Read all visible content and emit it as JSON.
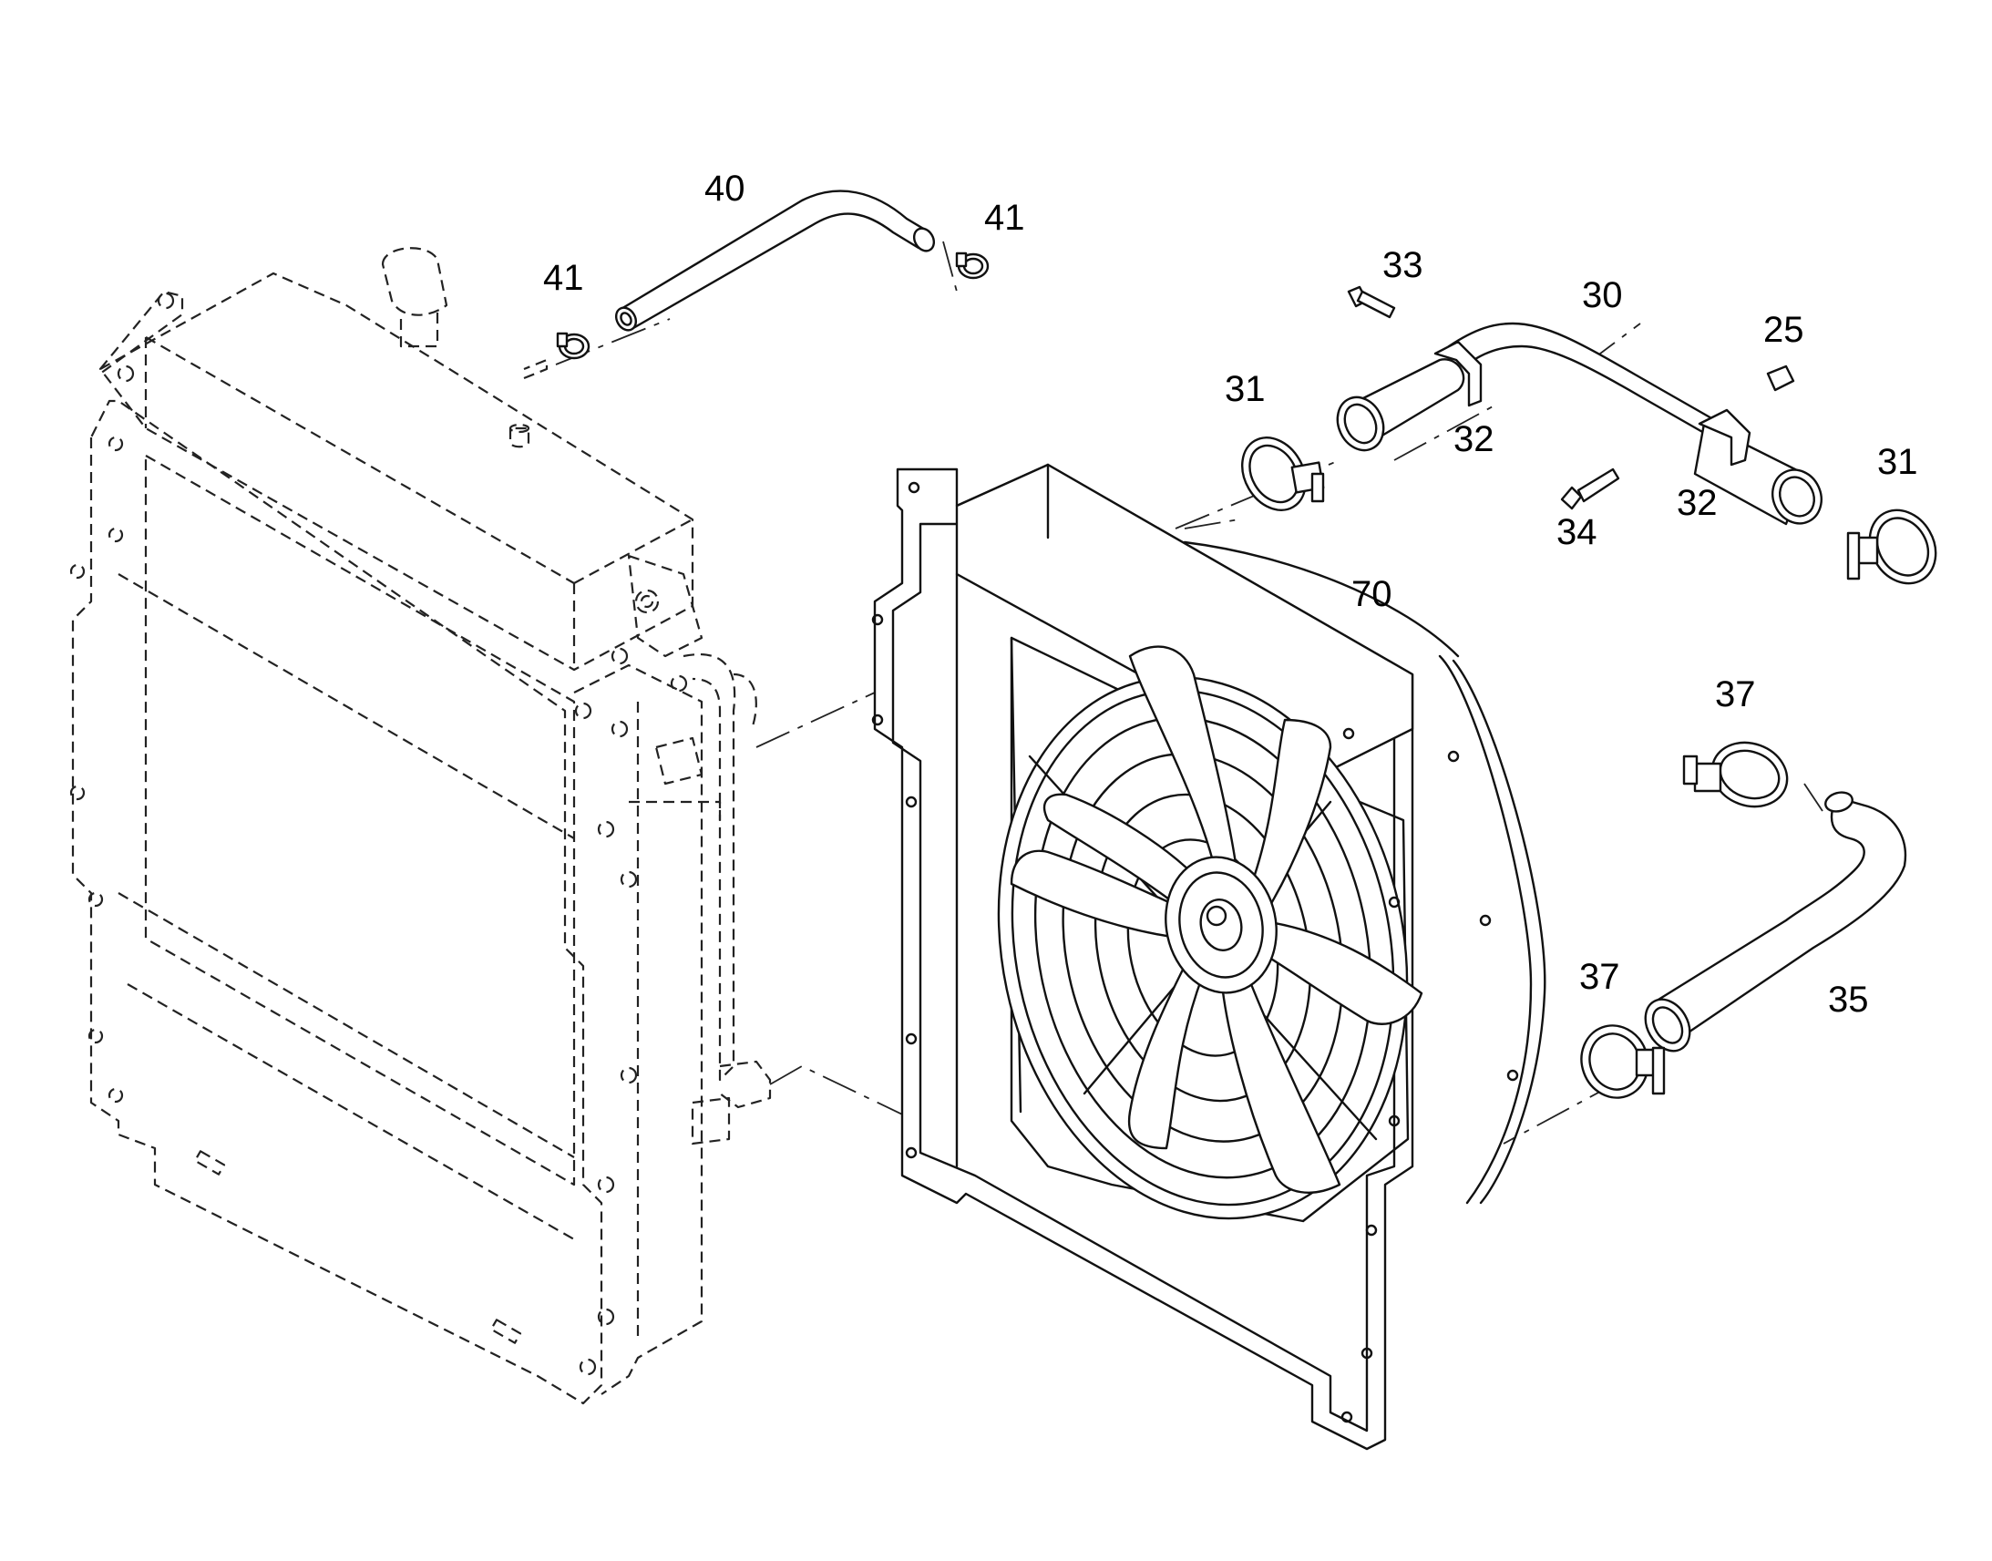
{
  "diagram": {
    "callouts": [
      {
        "id": "c40a",
        "label": "40"
      },
      {
        "id": "c41a",
        "label": "41"
      },
      {
        "id": "c41b",
        "label": "41"
      },
      {
        "id": "c33",
        "label": "33"
      },
      {
        "id": "c30",
        "label": "30"
      },
      {
        "id": "c25",
        "label": "25"
      },
      {
        "id": "c31a",
        "label": "31"
      },
      {
        "id": "c32a",
        "label": "32"
      },
      {
        "id": "c31b",
        "label": "31"
      },
      {
        "id": "c34",
        "label": "34"
      },
      {
        "id": "c32b",
        "label": "32"
      },
      {
        "id": "c70",
        "label": "70"
      },
      {
        "id": "c37a",
        "label": "37"
      },
      {
        "id": "c37b",
        "label": "37"
      },
      {
        "id": "c35",
        "label": "35"
      }
    ],
    "line_color": "#111111",
    "background": "#ffffff"
  }
}
